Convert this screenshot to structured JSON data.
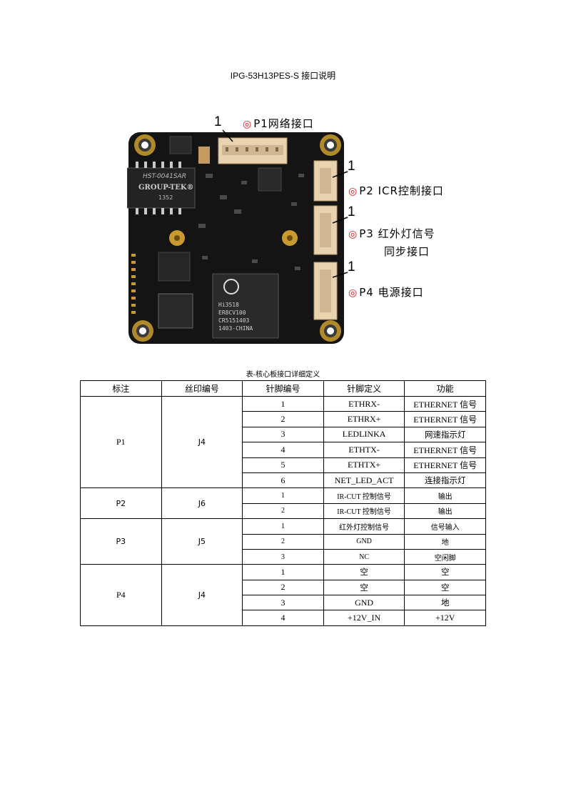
{
  "document": {
    "title": "IPG-53H13PES-S 接口说明",
    "caption": "表-核心板接口详细定义"
  },
  "figure": {
    "pin_marker": "1",
    "target_icon": "◎",
    "callouts": [
      {
        "label": "P1网络接口"
      },
      {
        "label": "P2 ICR控制接口"
      },
      {
        "label": "P3 红外灯信号",
        "line2": "同步接口"
      },
      {
        "label": "P4 电源接口"
      }
    ],
    "chip_text": {
      "magnetics_1": "HST-0041SAR",
      "magnetics_2": "GROUP-TEK®",
      "magnetics_3": "1352",
      "soc_1": "Hi3518",
      "soc_2": "ER8CV100",
      "soc_3": "CR5151403",
      "soc_4": "1403-CHINA"
    },
    "colors": {
      "pcb": "#141414",
      "connector": "#e8d2b0",
      "pad": "#c99a2e",
      "callout_icon": "#e0121b"
    }
  },
  "table": {
    "headers": [
      "标注",
      "丝印编号",
      "针脚编号",
      "针脚定义",
      "功能"
    ],
    "groups": [
      {
        "mark": "P1",
        "silk": "J4",
        "rows": [
          {
            "pin": "1",
            "def": "ETHRX-",
            "func": "ETHERNET 信号"
          },
          {
            "pin": "2",
            "def": "ETHRX+",
            "func": "ETHERNET 信号"
          },
          {
            "pin": "3",
            "def": "LEDLINKA",
            "func": "网速指示灯"
          },
          {
            "pin": "4",
            "def": "ETHTX-",
            "func": "ETHERNET 信号"
          },
          {
            "pin": "5",
            "def": "ETHTX+",
            "func": "ETHERNET 信号"
          },
          {
            "pin": "6",
            "def": "NET_LED_ACT",
            "func": "连接指示灯"
          }
        ]
      },
      {
        "mark": "P2",
        "silk": "J6",
        "rows": [
          {
            "pin": "1",
            "def": "IR-CUT 控制信号",
            "func": "输出"
          },
          {
            "pin": "2",
            "def": "IR-CUT 控制信号",
            "func": "输出"
          }
        ]
      },
      {
        "mark": "P3",
        "silk": "J5",
        "rows": [
          {
            "pin": "1",
            "def": "红外灯控制信号",
            "func": "信号输入"
          },
          {
            "pin": "2",
            "def": "GND",
            "func": "地"
          },
          {
            "pin": "3",
            "def": "NC",
            "func": "空闲脚"
          }
        ]
      },
      {
        "mark": "P4",
        "silk": "J4",
        "rows": [
          {
            "pin": "1",
            "def": "空",
            "func": "空"
          },
          {
            "pin": "2",
            "def": "空",
            "func": "空"
          },
          {
            "pin": "3",
            "def": "GND",
            "func": "地"
          },
          {
            "pin": "4",
            "def": "+12V_IN",
            "func": "+12V"
          }
        ]
      }
    ]
  }
}
